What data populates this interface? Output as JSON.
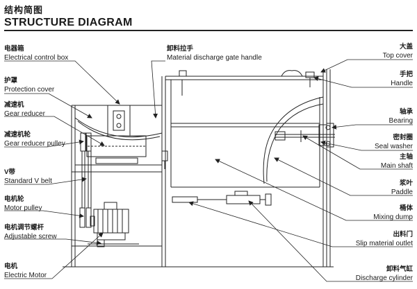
{
  "header": {
    "title_cn": "结构简图",
    "title_en": "STRUCTURE DIAGRAM"
  },
  "labels": {
    "electrical_control_box": {
      "cn": "电器箱",
      "en": "Electrical control box"
    },
    "protection_cover": {
      "cn": "护罩",
      "en": "Protection cover"
    },
    "gear_reducer": {
      "cn": "减速机",
      "en": "Gear reducer"
    },
    "gear_reducer_pulley": {
      "cn": "减速机轮",
      "en": "Gear reducer pulley"
    },
    "standard_v_belt": {
      "cn": "V带",
      "en": "Standard V belt"
    },
    "motor_pulley": {
      "cn": "电机轮",
      "en": "Motor pulley"
    },
    "adjustable_screw": {
      "cn": "电机调节螺杆",
      "en": "Adjustable screw"
    },
    "electric_motor": {
      "cn": "电机",
      "en": "Electric Motor"
    },
    "discharge_gate_handle": {
      "cn": "卸料拉手",
      "en": "Material discharge gate handle"
    },
    "top_cover": {
      "cn": "大盖",
      "en": "Top cover"
    },
    "handle": {
      "cn": "手把",
      "en": "Handle"
    },
    "bearing": {
      "cn": "轴承",
      "en": "Bearing"
    },
    "seal_washer": {
      "cn": "密封圈",
      "en": "Seal washer"
    },
    "main_shaft": {
      "cn": "主轴",
      "en": "Main shaft"
    },
    "paddle": {
      "cn": "浆叶",
      "en": "Paddle"
    },
    "mixing_dump": {
      "cn": "桶体",
      "en": "Mixing dump"
    },
    "slip_material_outlet": {
      "cn": "出料门",
      "en": "Slip material outlet"
    },
    "discharge_cylinder": {
      "cn": "卸料气缸",
      "en": "Discharge cylinder"
    }
  }
}
